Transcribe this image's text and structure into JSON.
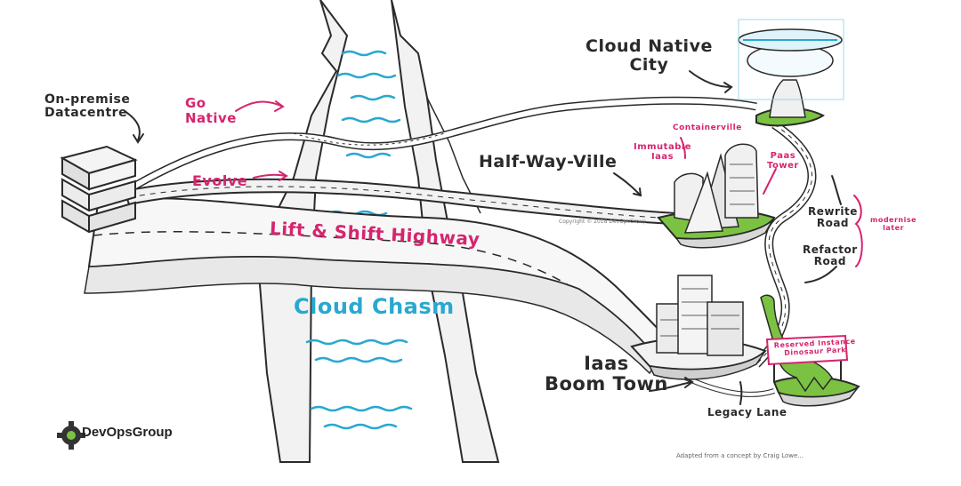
{
  "labels": {
    "on_premise": "On-premise\nDatacentre",
    "go_native": "Go\nNative",
    "evolve": "Evolve",
    "lift_shift": "Lift & Shift Highway",
    "cloud_chasm": "Cloud Chasm",
    "cloud_native_city": "Cloud Native\nCity",
    "half_way_ville": "Half-Way-Ville",
    "containerville": "Containerville",
    "immutable_iaas": "Immutable\nIaas",
    "paas_tower": "Paas\nTower",
    "rewrite_road": "Rewrite\nRoad",
    "refactor_road": "Refactor\nRoad",
    "modernise_later": "modernise\nlater",
    "iaas_boom_town": "Iaas\nBoom Town",
    "reserved_instance": "Reserved Instance\nDinosaur Park",
    "legacy_lane": "Legacy Lane",
    "copyright": "Copyright © 2018 DevOpsGroup",
    "logo": "DevOpsGroup",
    "credit": "Adapted from a concept by Craig Lowe..."
  },
  "colors": {
    "pink": "#d6246e",
    "blue": "#29a8d0",
    "grass": "#7cc242",
    "ink": "#2a2a2a"
  },
  "icons": [
    "devopsgroup-gear-logo-icon",
    "server-stack-icon",
    "skyscraper-icon",
    "dinosaur-icon",
    "ufo-cloud-icon"
  ]
}
